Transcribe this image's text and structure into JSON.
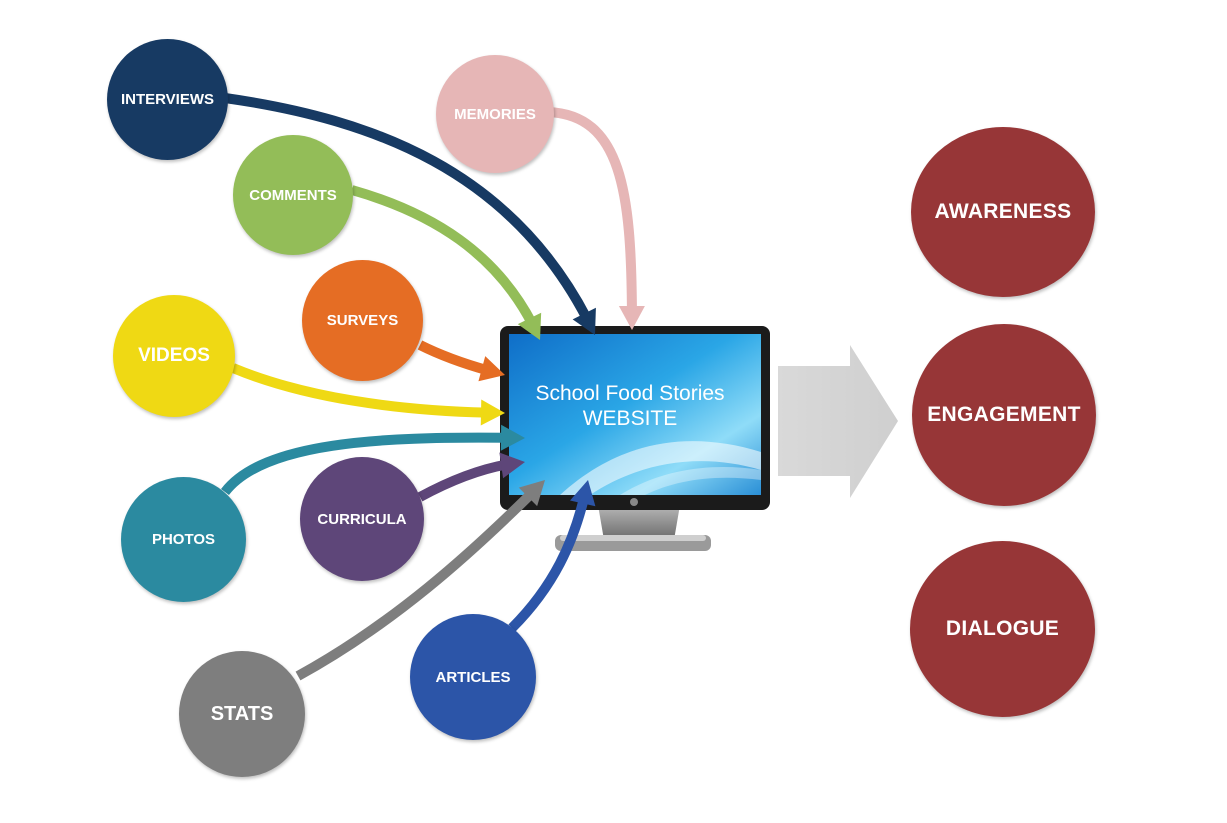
{
  "sources": [
    {
      "id": "interviews",
      "label": "INTERVIEWS",
      "color": "#173a63"
    },
    {
      "id": "memories",
      "label": "MEMORIES",
      "color": "#e6b6b6"
    },
    {
      "id": "comments",
      "label": "COMMENTS",
      "color": "#93bd58"
    },
    {
      "id": "surveys",
      "label": "SURVEYS",
      "color": "#e56d24"
    },
    {
      "id": "videos",
      "label": "VIDEOS",
      "color": "#efd914"
    },
    {
      "id": "photos",
      "label": "PHOTOS",
      "color": "#2b8aa0"
    },
    {
      "id": "curricula",
      "label": "CURRICULA",
      "color": "#5e4679"
    },
    {
      "id": "stats",
      "label": "STATS",
      "color": "#7e7e7e"
    },
    {
      "id": "articles",
      "label": "ARTICLES",
      "color": "#2c55a8"
    }
  ],
  "monitor": {
    "line1": "School Food Stories",
    "line2": "WEBSITE"
  },
  "outcomes": [
    {
      "id": "awareness",
      "label": "AWARENESS",
      "color": "#973637"
    },
    {
      "id": "engagement",
      "label": "ENGAGEMENT",
      "color": "#973637"
    },
    {
      "id": "dialogue",
      "label": "DIALOGUE",
      "color": "#973637"
    }
  ]
}
